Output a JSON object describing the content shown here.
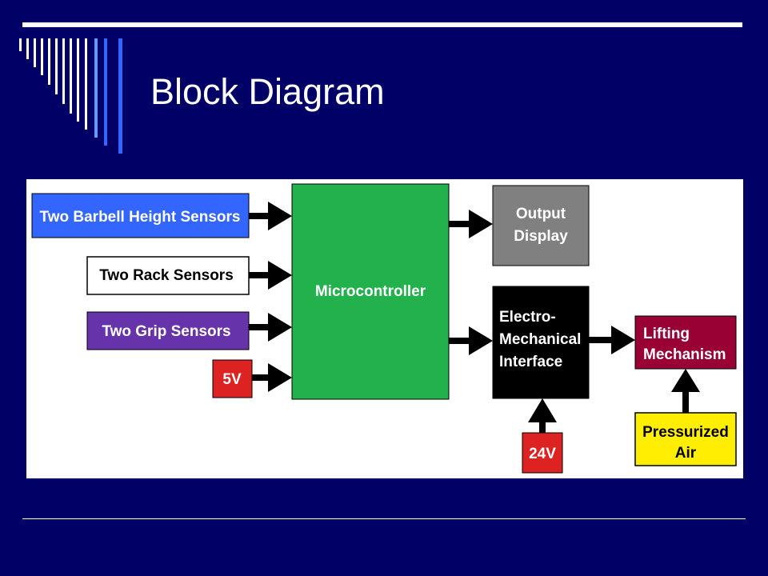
{
  "slide": {
    "title": "Block Diagram"
  },
  "diagram": {
    "blocks": {
      "barbell": {
        "label": "Two Barbell Height Sensors",
        "fill": "#3366ff",
        "text_color": "#ffffff"
      },
      "rack": {
        "label": "Two Rack Sensors",
        "fill": "#ffffff",
        "text_color": "#000000"
      },
      "grip": {
        "label": "Two Grip Sensors",
        "fill": "#6633aa",
        "text_color": "#ffffff"
      },
      "five_v": {
        "label": "5V",
        "fill": "#dd2222",
        "text_color": "#ffffff"
      },
      "micro": {
        "label": "Microcontroller",
        "fill": "#22b14c",
        "text_color": "#ffffff"
      },
      "output": {
        "line1": "Output",
        "line2": "Display",
        "fill": "#808080",
        "text_color": "#ffffff"
      },
      "emi": {
        "line1": "Electro-",
        "line2": "Mechanical",
        "line3": "Interface",
        "fill": "#000000",
        "text_color": "#ffffff"
      },
      "lifting": {
        "line1": "Lifting",
        "line2": "Mechanism",
        "fill": "#990033",
        "text_color": "#ffffff"
      },
      "air": {
        "line1": "Pressurized",
        "line2": "Air",
        "fill": "#ffee00",
        "text_color": "#000000"
      },
      "v24": {
        "label": "24V",
        "fill": "#dd2222",
        "text_color": "#ffffff"
      }
    }
  }
}
